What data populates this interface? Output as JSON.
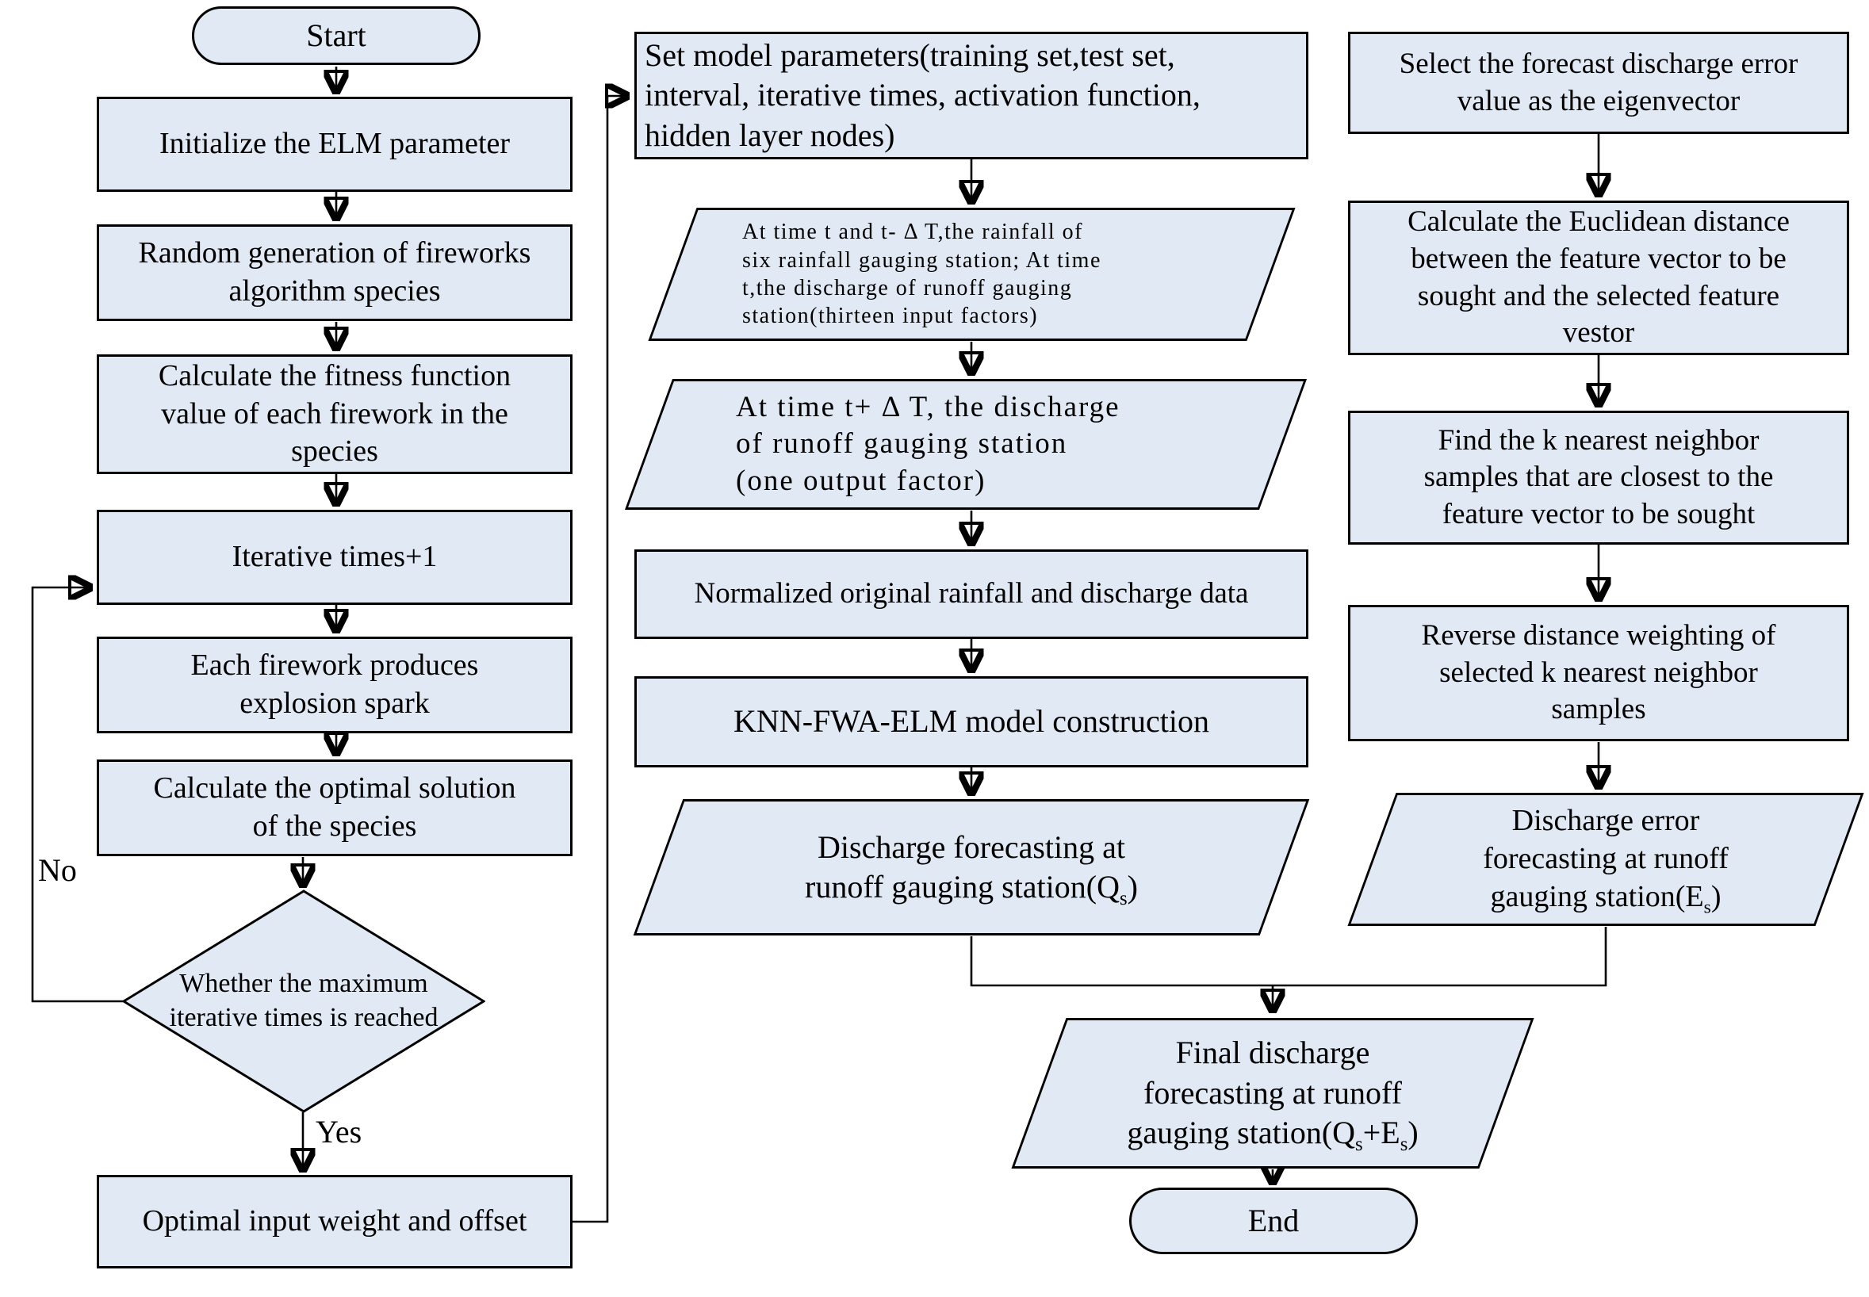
{
  "figure": {
    "type": "flowchart",
    "colors": {
      "node_fill": "#e1e9f4",
      "node_border": "#000000",
      "text_color": "#000000",
      "background": "#ffffff"
    },
    "nodes": {
      "start": {
        "shape": "terminator",
        "label": "Start"
      },
      "init": {
        "shape": "process",
        "label": "Initialize the ELM parameter"
      },
      "random": {
        "shape": "process",
        "label": "Random generation of fireworks\nalgorithm species"
      },
      "fitness": {
        "shape": "process",
        "label": "Calculate the fitness function\nvalue of each firework in the\nspecies"
      },
      "iter": {
        "shape": "process",
        "label": "Iterative times+1"
      },
      "spark": {
        "shape": "process",
        "label": "Each firework produces\nexplosion spark"
      },
      "optsol": {
        "shape": "process",
        "label": "Calculate the optimal solution\nof the species"
      },
      "decision": {
        "shape": "decision",
        "label": "Whether the maximum\niterative times is reached"
      },
      "optimal": {
        "shape": "process",
        "label": "Optimal input weight and offset"
      },
      "setparams": {
        "shape": "process",
        "label": "Set model parameters(training set,test set,\ninterval, iterative times, activation function,\nhidden layer nodes)"
      },
      "inputdata": {
        "shape": "data",
        "label": "At time t and t- Δ T,the rainfall of\nsix rainfall gauging station; At time\nt,the discharge of runoff gauging\nstation(thirteen input factors)"
      },
      "outputdata": {
        "shape": "data",
        "label": "At time t+ Δ T, the discharge\nof runoff gauging station\n(one output factor)"
      },
      "normalize": {
        "shape": "process",
        "label": "Normalized original rainfall and discharge data"
      },
      "knn": {
        "shape": "process",
        "label": "KNN-FWA-ELM model construction"
      },
      "qsforecast": {
        "shape": "data",
        "label": "Discharge forecasting at\nrunoff gauging station(Q[s])"
      },
      "select": {
        "shape": "process",
        "label": "Select the forecast discharge error\nvalue as the eigenvector"
      },
      "euclid": {
        "shape": "process",
        "label": "Calculate the Euclidean distance\nbetween the feature vector to be\nsought and the selected feature\nvestor"
      },
      "findk": {
        "shape": "process",
        "label": "Find the k nearest neighbor\nsamples that are closest to the\nfeature vector to be sought"
      },
      "reverse": {
        "shape": "process",
        "label": "Reverse distance weighting of\nselected k nearest neighbor\nsamples"
      },
      "esforecast": {
        "shape": "data",
        "label": "Discharge error\nforecasting at runoff\ngauging station(E[s])"
      },
      "final": {
        "shape": "data",
        "label": "Final discharge\nforecasting at runoff\ngauging station(Q[s]+E[s])"
      },
      "end": {
        "shape": "terminator",
        "label": "End"
      }
    },
    "edge_labels": {
      "yes": "Yes",
      "no": "No"
    }
  }
}
